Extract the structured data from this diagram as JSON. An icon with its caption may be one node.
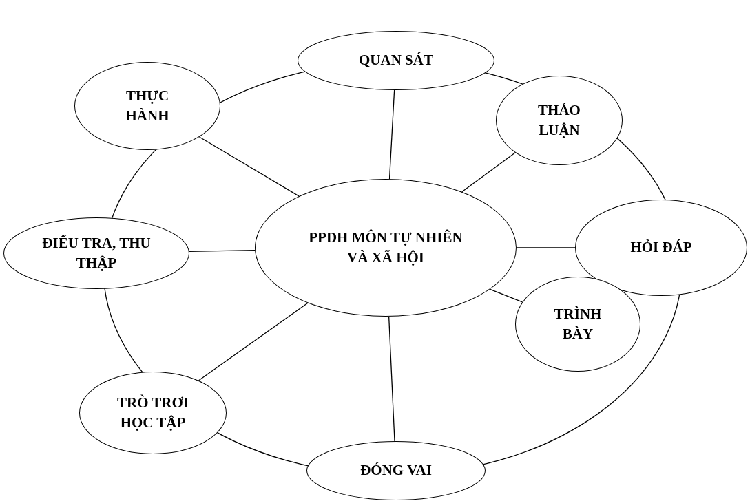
{
  "diagram": {
    "nodes": [
      {
        "text": [
          "PPDH MÔN TỰ NHIÊN VÀ XÃ HỘI"
        ]
      },
      {
        "text": [
          "QUAN SÁT"
        ]
      },
      {
        "text": [
          "THỰC HÀNH"
        ]
      },
      {
        "text": [
          "THÁO LUẬN"
        ]
      },
      {
        "text": [
          "ĐIẾU TRA, THU THẬP"
        ]
      },
      {
        "text": [
          "HỎI ĐÁP"
        ]
      },
      {
        "text": [
          "TRÒ TRƠI HỌC TẬP"
        ]
      },
      {
        "text": [
          "TRÌNH BÀY"
        ]
      },
      {
        "text": [
          "ĐÓNG VAI"
        ]
      }
    ],
    "edges": [
      {
        "from": 0,
        "to": 1,
        "arrow": "none"
      },
      {
        "from": 0,
        "to": 2,
        "arrow": "none"
      },
      {
        "from": 0,
        "to": 3,
        "arrow": "none"
      },
      {
        "from": 0,
        "to": 4,
        "arrow": "none"
      },
      {
        "from": 0,
        "to": 5,
        "arrow": "none"
      },
      {
        "from": 0,
        "to": 6,
        "arrow": "none"
      },
      {
        "from": 0,
        "to": 7,
        "arrow": "none"
      },
      {
        "from": 0,
        "to": 8,
        "arrow": "none"
      }
    ]
  }
}
